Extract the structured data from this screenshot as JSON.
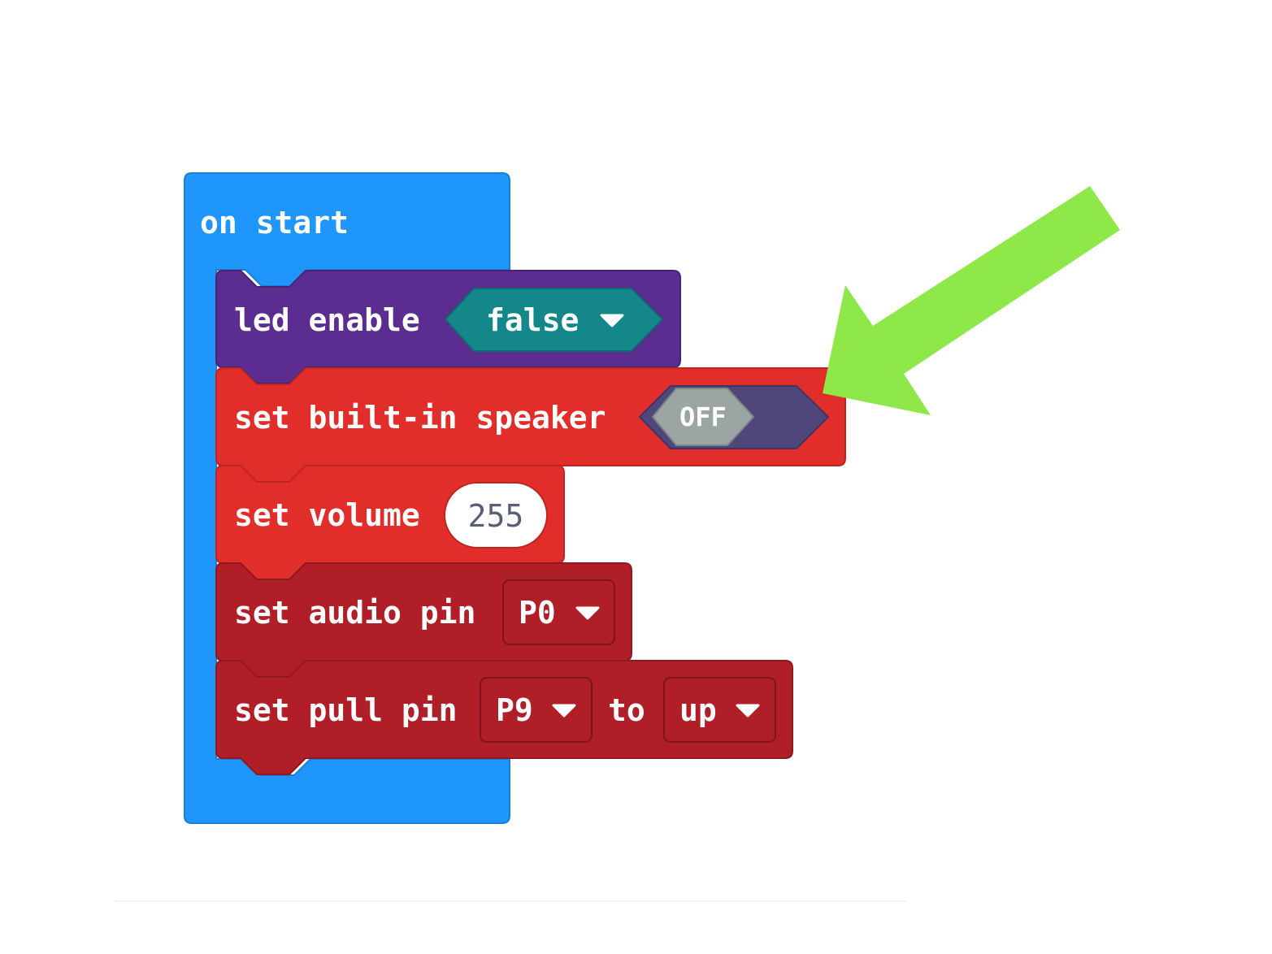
{
  "workspace": {
    "hat_block": {
      "label": "on start",
      "color": "#1e96fc"
    },
    "statements": [
      {
        "label": "led enable",
        "color": "#5c2d91",
        "input": {
          "type": "boolean-dropdown",
          "value": "false",
          "icon": "caret-down-icon",
          "color": "#13878a"
        }
      },
      {
        "label": "set built-in speaker",
        "color": "#e12e2a",
        "input": {
          "type": "toggle",
          "value": "OFF",
          "state": "off",
          "track_color": "#4f467a",
          "knob_color": "#9aa5a4"
        }
      },
      {
        "label": "set volume",
        "color": "#e12e2a",
        "input": {
          "type": "number",
          "value": "255"
        }
      },
      {
        "label": "set audio pin",
        "color": "#b01f27",
        "input": {
          "type": "dropdown",
          "value": "P0",
          "icon": "caret-down-icon"
        }
      },
      {
        "label": "set pull pin",
        "color": "#b01f27",
        "input": {
          "type": "dropdown",
          "value": "P9",
          "icon": "caret-down-icon"
        },
        "connector": "to",
        "input2": {
          "type": "dropdown",
          "value": "up",
          "icon": "caret-down-icon"
        }
      }
    ]
  },
  "annotation": {
    "type": "arrow",
    "color": "#8ee84a",
    "points_to": "set built-in speaker"
  }
}
